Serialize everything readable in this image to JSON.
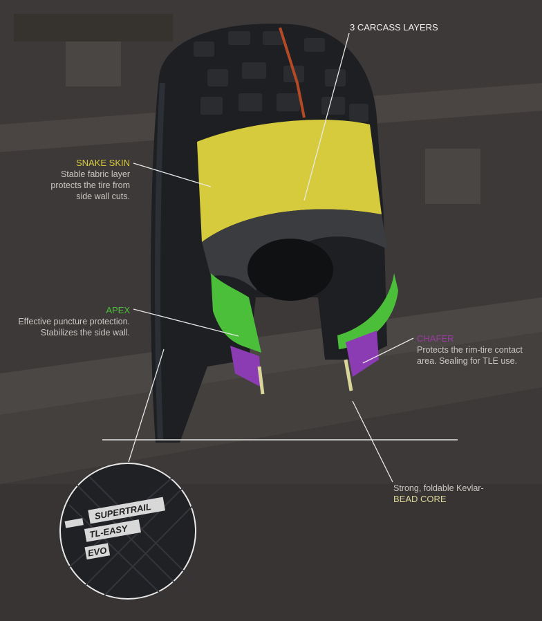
{
  "colors": {
    "background": "#3d3938",
    "tire": "#1f2023",
    "snake_skin": "#d6cb3c",
    "apex": "#4cbf3a",
    "chafer": "#8b3cb2",
    "bead_core": "#d9d59a",
    "label_text": "#c9c6c3"
  },
  "labels": {
    "carcass": {
      "title": "3 CARCASS LAYERS"
    },
    "snake_skin": {
      "title": "SNAKE SKIN",
      "lines": [
        "Stable fabric layer",
        "protects the tire from",
        "side wall cuts."
      ]
    },
    "apex": {
      "title": "APEX",
      "lines": [
        "Effective puncture protection.",
        "Stabilizes the side wall."
      ]
    },
    "chafer": {
      "title": "CHAFER",
      "lines": [
        "Protects the rim-tire contact",
        "area. Sealing for TLE use."
      ]
    },
    "bead_core": {
      "lines": [
        "Strong, foldable Kevlar-"
      ],
      "title": "BEAD CORE"
    }
  },
  "sidewall_badge": [
    "SUPERTRAIL",
    "TL-EASY",
    "EVO"
  ]
}
